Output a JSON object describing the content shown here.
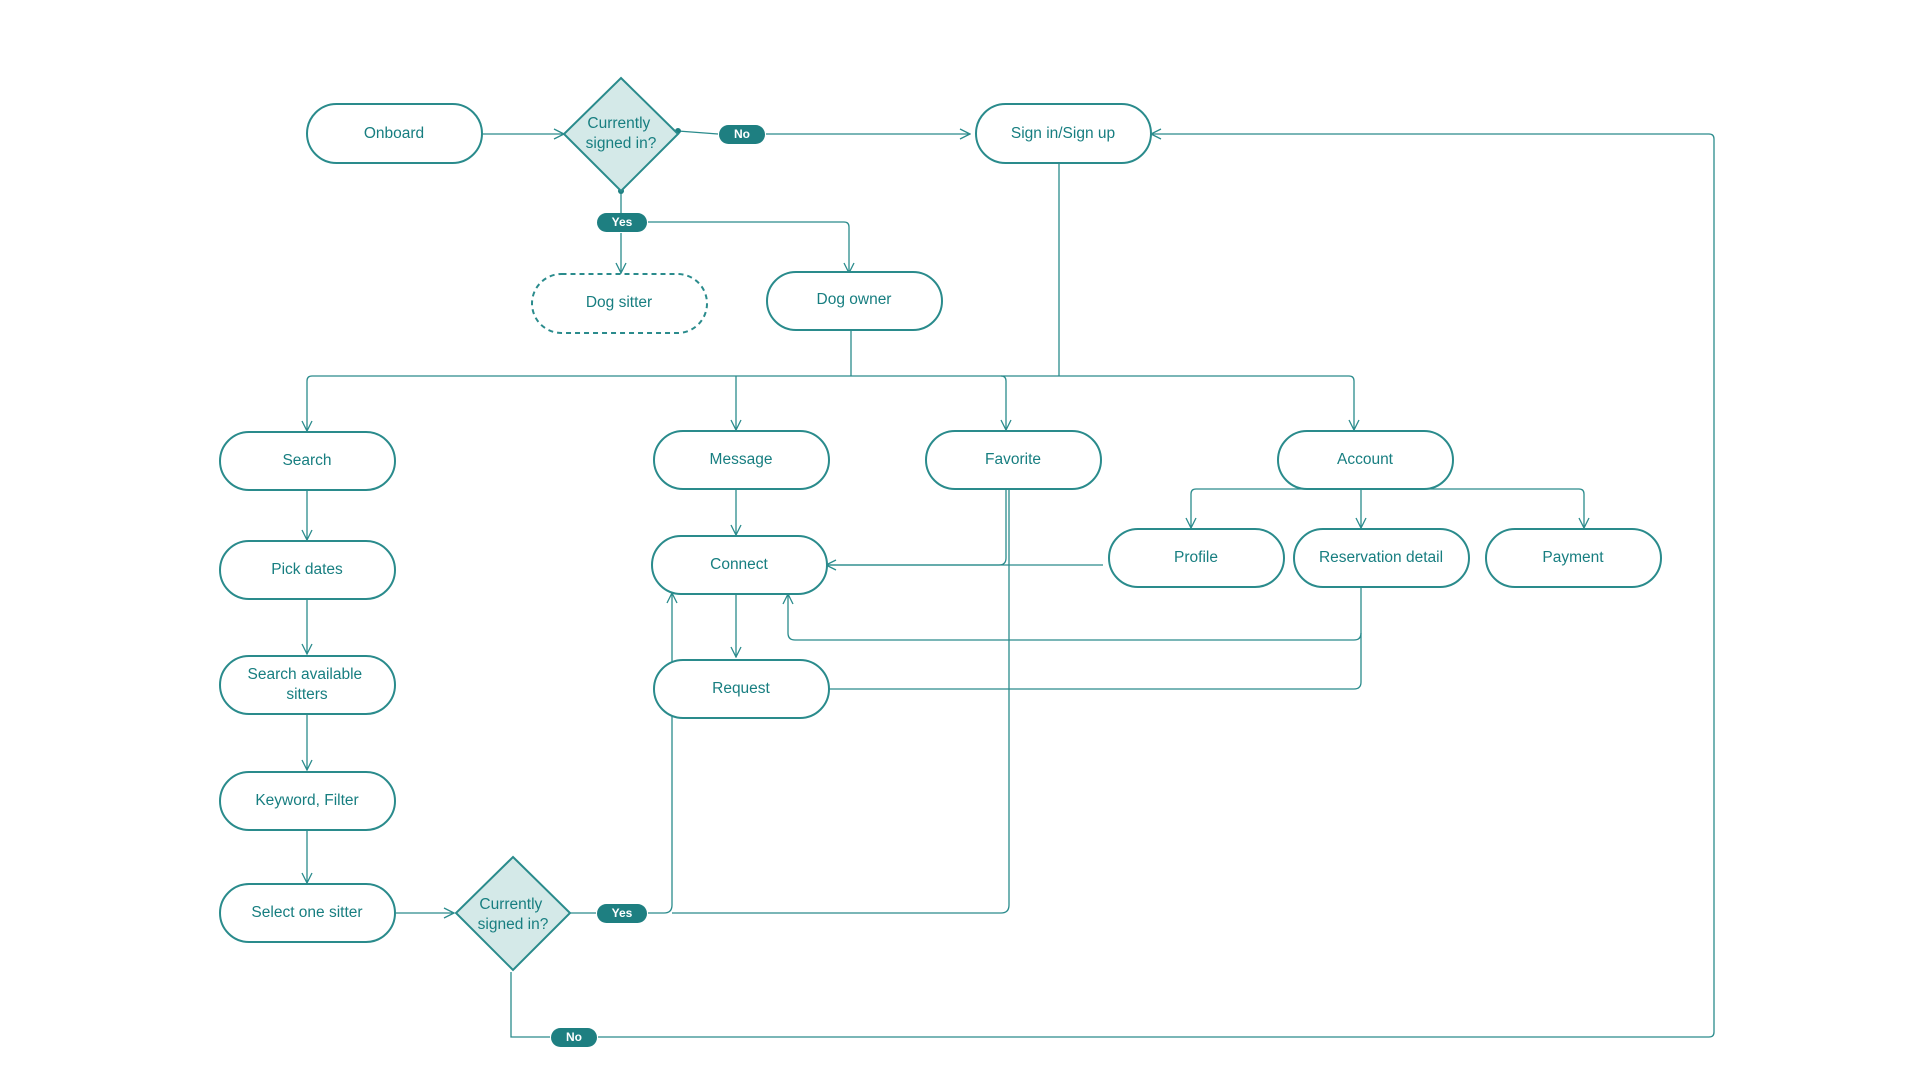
{
  "colors": {
    "line": "#2a8b8c",
    "text": "#177e80",
    "decision_fill": "#d4e9e8",
    "pill_fill": "#1e7f81",
    "background": "#ffffff"
  },
  "nodes": {
    "onboard": "Onboard",
    "decision_top": [
      "Currently",
      "signed in?"
    ],
    "signin": "Sign in/Sign up",
    "dog_sitter": "Dog sitter",
    "dog_owner": "Dog owner",
    "search": "Search",
    "message": "Message",
    "favorite": "Favorite",
    "account": "Account",
    "pick_dates": "Pick dates",
    "connect": "Connect",
    "profile": "Profile",
    "reservation_detail": "Reservation detail",
    "payment": "Payment",
    "search_available": [
      "Search available",
      "sitters"
    ],
    "request": "Request",
    "keyword_filter": "Keyword, Filter",
    "select_one_sitter": "Select one sitter",
    "decision_bottom": [
      "Currently",
      "signed in?"
    ]
  },
  "labels": {
    "yes": "Yes",
    "no": "No"
  }
}
